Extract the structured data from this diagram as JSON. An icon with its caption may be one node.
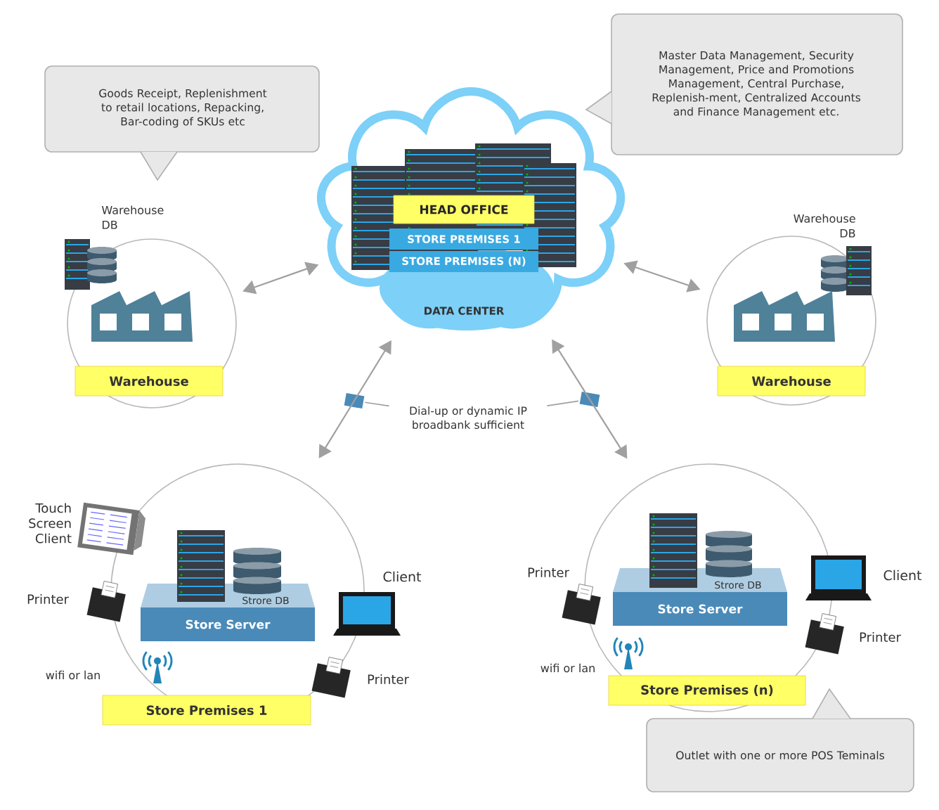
{
  "diagram": {
    "nodes": [
      {
        "text": [
          "DATA CENTER"
        ]
      },
      {
        "text": [
          "HEAD OFFICE"
        ],
        "in": 0
      },
      {
        "text": [
          "STORE PREMISES 1"
        ],
        "in": 0
      },
      {
        "text": [
          "STORE PREMISES (N)"
        ],
        "in": 0
      },
      {
        "text": [
          "Warehouse"
        ],
        "beside": [
          "Warehouse DB"
        ]
      },
      {
        "text": [
          "Warehouse"
        ],
        "beside": [
          "Warehouse DB"
        ]
      },
      {
        "text": [
          "Store Premises 1"
        ]
      },
      {
        "text": [
          "Store Server"
        ],
        "in": 6,
        "beside": [
          "Strore DB"
        ]
      },
      {
        "text": [
          "Store Premises (n)"
        ]
      },
      {
        "text": [
          "Store Server"
        ],
        "in": 8,
        "beside": [
          "Strore DB"
        ]
      },
      {
        "text": [
          "Goods Receipt, Replenishment to retail locations, Repacking, Bar-coding of SKUs etc"
        ]
      },
      {
        "text": [
          "Master Data Management, Security Management, Price and Promotions Management, Central Purchase, Replenish-ment, Centralized Accounts and Finance Management etc."
        ]
      },
      {
        "text": [
          "Outlet with one or more POS Teminals"
        ]
      },
      {
        "text": [
          "Dial-up or dynamic IP broadbank sufficient"
        ]
      },
      {
        "text": [],
        "shape": "box"
      },
      {
        "text": [],
        "shape": "box"
      }
    ],
    "edges": [
      {
        "from": 4,
        "to": 0,
        "arrow": "both"
      },
      {
        "from": 5,
        "to": 0,
        "arrow": "both"
      },
      {
        "from": 6,
        "to": 0,
        "arrow": "both"
      },
      {
        "from": 8,
        "to": 0,
        "arrow": "both"
      },
      {
        "from": 13,
        "to": 14,
        "arrow": "none"
      },
      {
        "from": 13,
        "to": 15,
        "arrow": "none"
      }
    ],
    "labels": [
      "Touch Screen Client",
      "Printer",
      "Client",
      "Printer",
      "wifi or lan",
      "Printer",
      "Client",
      "Printer",
      "wifi or lan"
    ]
  }
}
